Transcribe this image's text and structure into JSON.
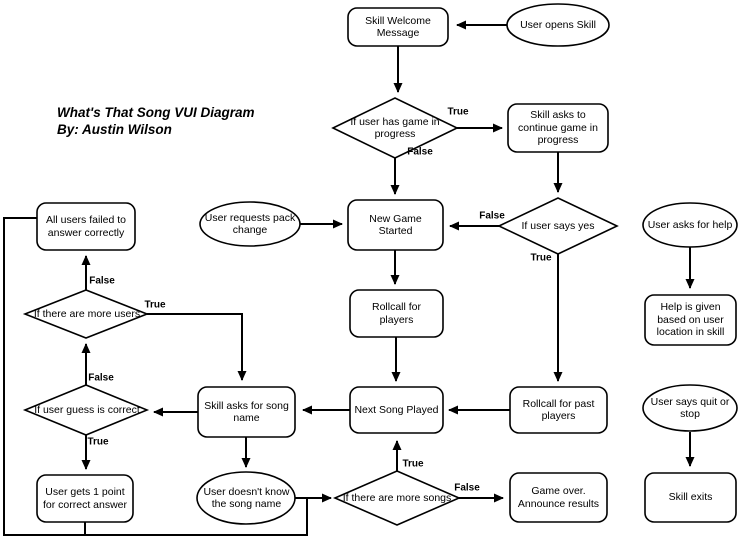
{
  "title": {
    "line1": "What's That Song VUI Diagram",
    "line2": "By: Austin Wilson"
  },
  "labels": {
    "true": "True",
    "false": "False"
  },
  "nodes": {
    "skill_welcome": "Skill Welcome Message",
    "user_opens": "User opens Skill",
    "game_in_progress": "If user has game in progress",
    "skill_continue": "Skill asks to continue game in progress",
    "new_game": "New Game Started",
    "user_says_yes": "If user says yes",
    "user_requests": "User requests pack change",
    "all_failed": "All users failed to answer correctly",
    "user_help": "User asks for help",
    "help_given": "Help is given based on user location in skill",
    "more_users": "If there are more users",
    "rollcall_players": "Rollcall for players",
    "guess_correct": "If user guess is correct",
    "skill_asks_song": "Skill asks for song name",
    "next_song": "Next Song Played",
    "rollcall_past": "Rollcall for past players",
    "user_quit": "User says quit or stop",
    "user_point": "User gets 1 point for correct answer",
    "user_doesnt_know": "User doesn't know the song name",
    "more_songs": "If there are more songs",
    "game_over": "Game over. Announce results",
    "skill_exits": "Skill exits"
  },
  "edges": [
    {
      "from": "user_opens",
      "to": "skill_welcome",
      "label": ""
    },
    {
      "from": "skill_welcome",
      "to": "game_in_progress",
      "label": ""
    },
    {
      "from": "game_in_progress",
      "to": "skill_continue",
      "label": "True"
    },
    {
      "from": "game_in_progress",
      "to": "new_game",
      "label": "False"
    },
    {
      "from": "skill_continue",
      "to": "user_says_yes",
      "label": ""
    },
    {
      "from": "user_says_yes",
      "to": "new_game",
      "label": "False"
    },
    {
      "from": "user_says_yes",
      "to": "rollcall_past",
      "label": "True"
    },
    {
      "from": "user_requests",
      "to": "new_game",
      "label": ""
    },
    {
      "from": "new_game",
      "to": "rollcall_players",
      "label": ""
    },
    {
      "from": "rollcall_players",
      "to": "next_song",
      "label": ""
    },
    {
      "from": "rollcall_past",
      "to": "next_song",
      "label": ""
    },
    {
      "from": "next_song",
      "to": "skill_asks_song",
      "label": ""
    },
    {
      "from": "skill_asks_song",
      "to": "guess_correct",
      "label": ""
    },
    {
      "from": "skill_asks_song",
      "to": "user_doesnt_know",
      "label": ""
    },
    {
      "from": "guess_correct",
      "to": "more_users",
      "label": "False"
    },
    {
      "from": "guess_correct",
      "to": "user_point",
      "label": "True"
    },
    {
      "from": "more_users",
      "to": "all_failed",
      "label": "False"
    },
    {
      "from": "more_users",
      "to": "skill_asks_song",
      "label": "True"
    },
    {
      "from": "all_failed",
      "to": "more_songs",
      "label": ""
    },
    {
      "from": "user_point",
      "to": "more_songs",
      "label": ""
    },
    {
      "from": "user_doesnt_know",
      "to": "more_songs",
      "label": ""
    },
    {
      "from": "more_songs",
      "to": "next_song",
      "label": "True"
    },
    {
      "from": "more_songs",
      "to": "game_over",
      "label": "False"
    },
    {
      "from": "user_help",
      "to": "help_given",
      "label": ""
    },
    {
      "from": "user_quit",
      "to": "skill_exits",
      "label": ""
    }
  ]
}
